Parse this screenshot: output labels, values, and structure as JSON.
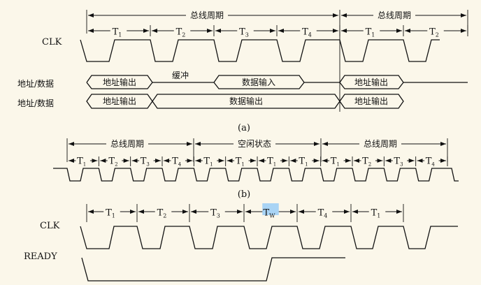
{
  "colors": {
    "background": "#fbf7ea",
    "line": "#111111",
    "tw_highlight": "#a9d4f5"
  },
  "part_a": {
    "clk_label": "CLK",
    "bus_cycle": "总线周期",
    "bus_cycle_2": "总线周期",
    "t_states": [
      {
        "base": "T",
        "sub": "1"
      },
      {
        "base": "T",
        "sub": "2"
      },
      {
        "base": "T",
        "sub": "3"
      },
      {
        "base": "T",
        "sub": "4"
      },
      {
        "base": "T",
        "sub": "1"
      },
      {
        "base": "T",
        "sub": "2"
      }
    ],
    "row1": {
      "label": "地址/数据",
      "addr": "地址输出",
      "buffer": "缓冲",
      "data": "数据输入",
      "addr2": "地址输出"
    },
    "row2": {
      "label": "地址/数据",
      "addr": "地址输出",
      "data": "数据输出",
      "addr2": "地址输出"
    },
    "caption": "(a)"
  },
  "part_b": {
    "bus_cycle_1": "总线周期",
    "idle": "空闲状态",
    "bus_cycle_2": "总线周期",
    "t_states": [
      {
        "base": "T",
        "sub": "1"
      },
      {
        "base": "T",
        "sub": "2"
      },
      {
        "base": "T",
        "sub": "3"
      },
      {
        "base": "T",
        "sub": "4"
      },
      {
        "base": "T",
        "sub": "1"
      },
      {
        "base": "T",
        "sub": "1"
      },
      {
        "base": "T",
        "sub": "1"
      },
      {
        "base": "T",
        "sub": "1"
      },
      {
        "base": "T",
        "sub": "1"
      },
      {
        "base": "T",
        "sub": "2"
      },
      {
        "base": "T",
        "sub": "3"
      },
      {
        "base": "T",
        "sub": "4"
      }
    ],
    "caption": "(b)"
  },
  "part_c": {
    "clk_label": "CLK",
    "ready_label": "READY",
    "t_states": [
      {
        "base": "T",
        "sub": "1"
      },
      {
        "base": "T",
        "sub": "2"
      },
      {
        "base": "T",
        "sub": "3"
      },
      {
        "base": "T",
        "sub": "W"
      },
      {
        "base": "T",
        "sub": "4"
      },
      {
        "base": "T",
        "sub": "1"
      }
    ]
  }
}
